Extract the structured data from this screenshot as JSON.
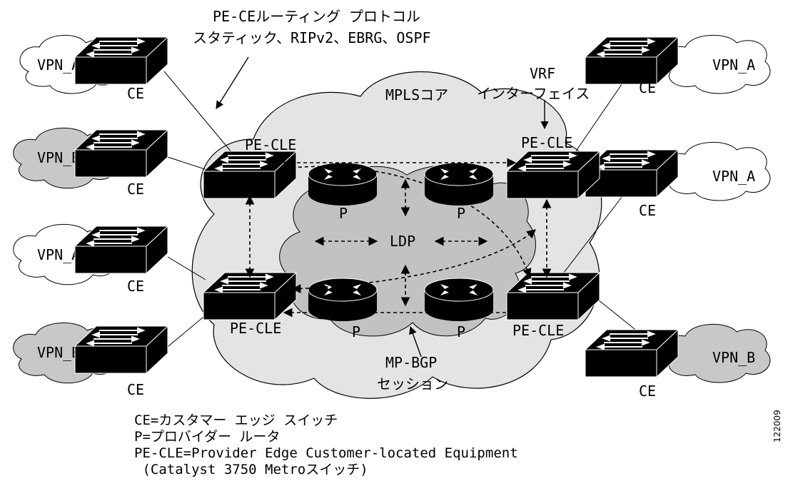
{
  "protocol_note": {
    "line1": "PE-CEルーティング プロトコル",
    "line2": "スタティック、RIPv2、EBRG、OSPF"
  },
  "core_label": "MPLSコア",
  "vrf_label": {
    "line1": "VRF",
    "line2": "インターフェイス"
  },
  "ldp_label": "LDP",
  "mpbgp_label": {
    "line1": "MP-BGP",
    "line2": "セッション"
  },
  "vpn_clouds": {
    "left": [
      "VPN_A",
      "VPN_B",
      "VPN_A",
      "VPN_B"
    ],
    "right": [
      "VPN_A",
      "VPN_A",
      "VPN_B"
    ]
  },
  "ce_label": "CE",
  "pe_label": "PE-CLE",
  "p_label": "P",
  "legend": [
    "CE=カスタマー エッジ スイッチ",
    "P=プロバイダー ルータ",
    "PE-CLE=Provider Edge Customer-located Equipment",
    " (Catalyst 3750 Metroスイッチ)"
  ],
  "figure_id": "122009",
  "colors": {
    "vpn_a_fill": "#ffffff",
    "vpn_b_fill": "#c8c8c8",
    "outer_core_fill": "#e4e4e4",
    "inner_core_fill": "#c2c2c2",
    "device_fill": "#000000"
  },
  "icons": {
    "switch": "switch-icon",
    "router": "router-icon"
  }
}
